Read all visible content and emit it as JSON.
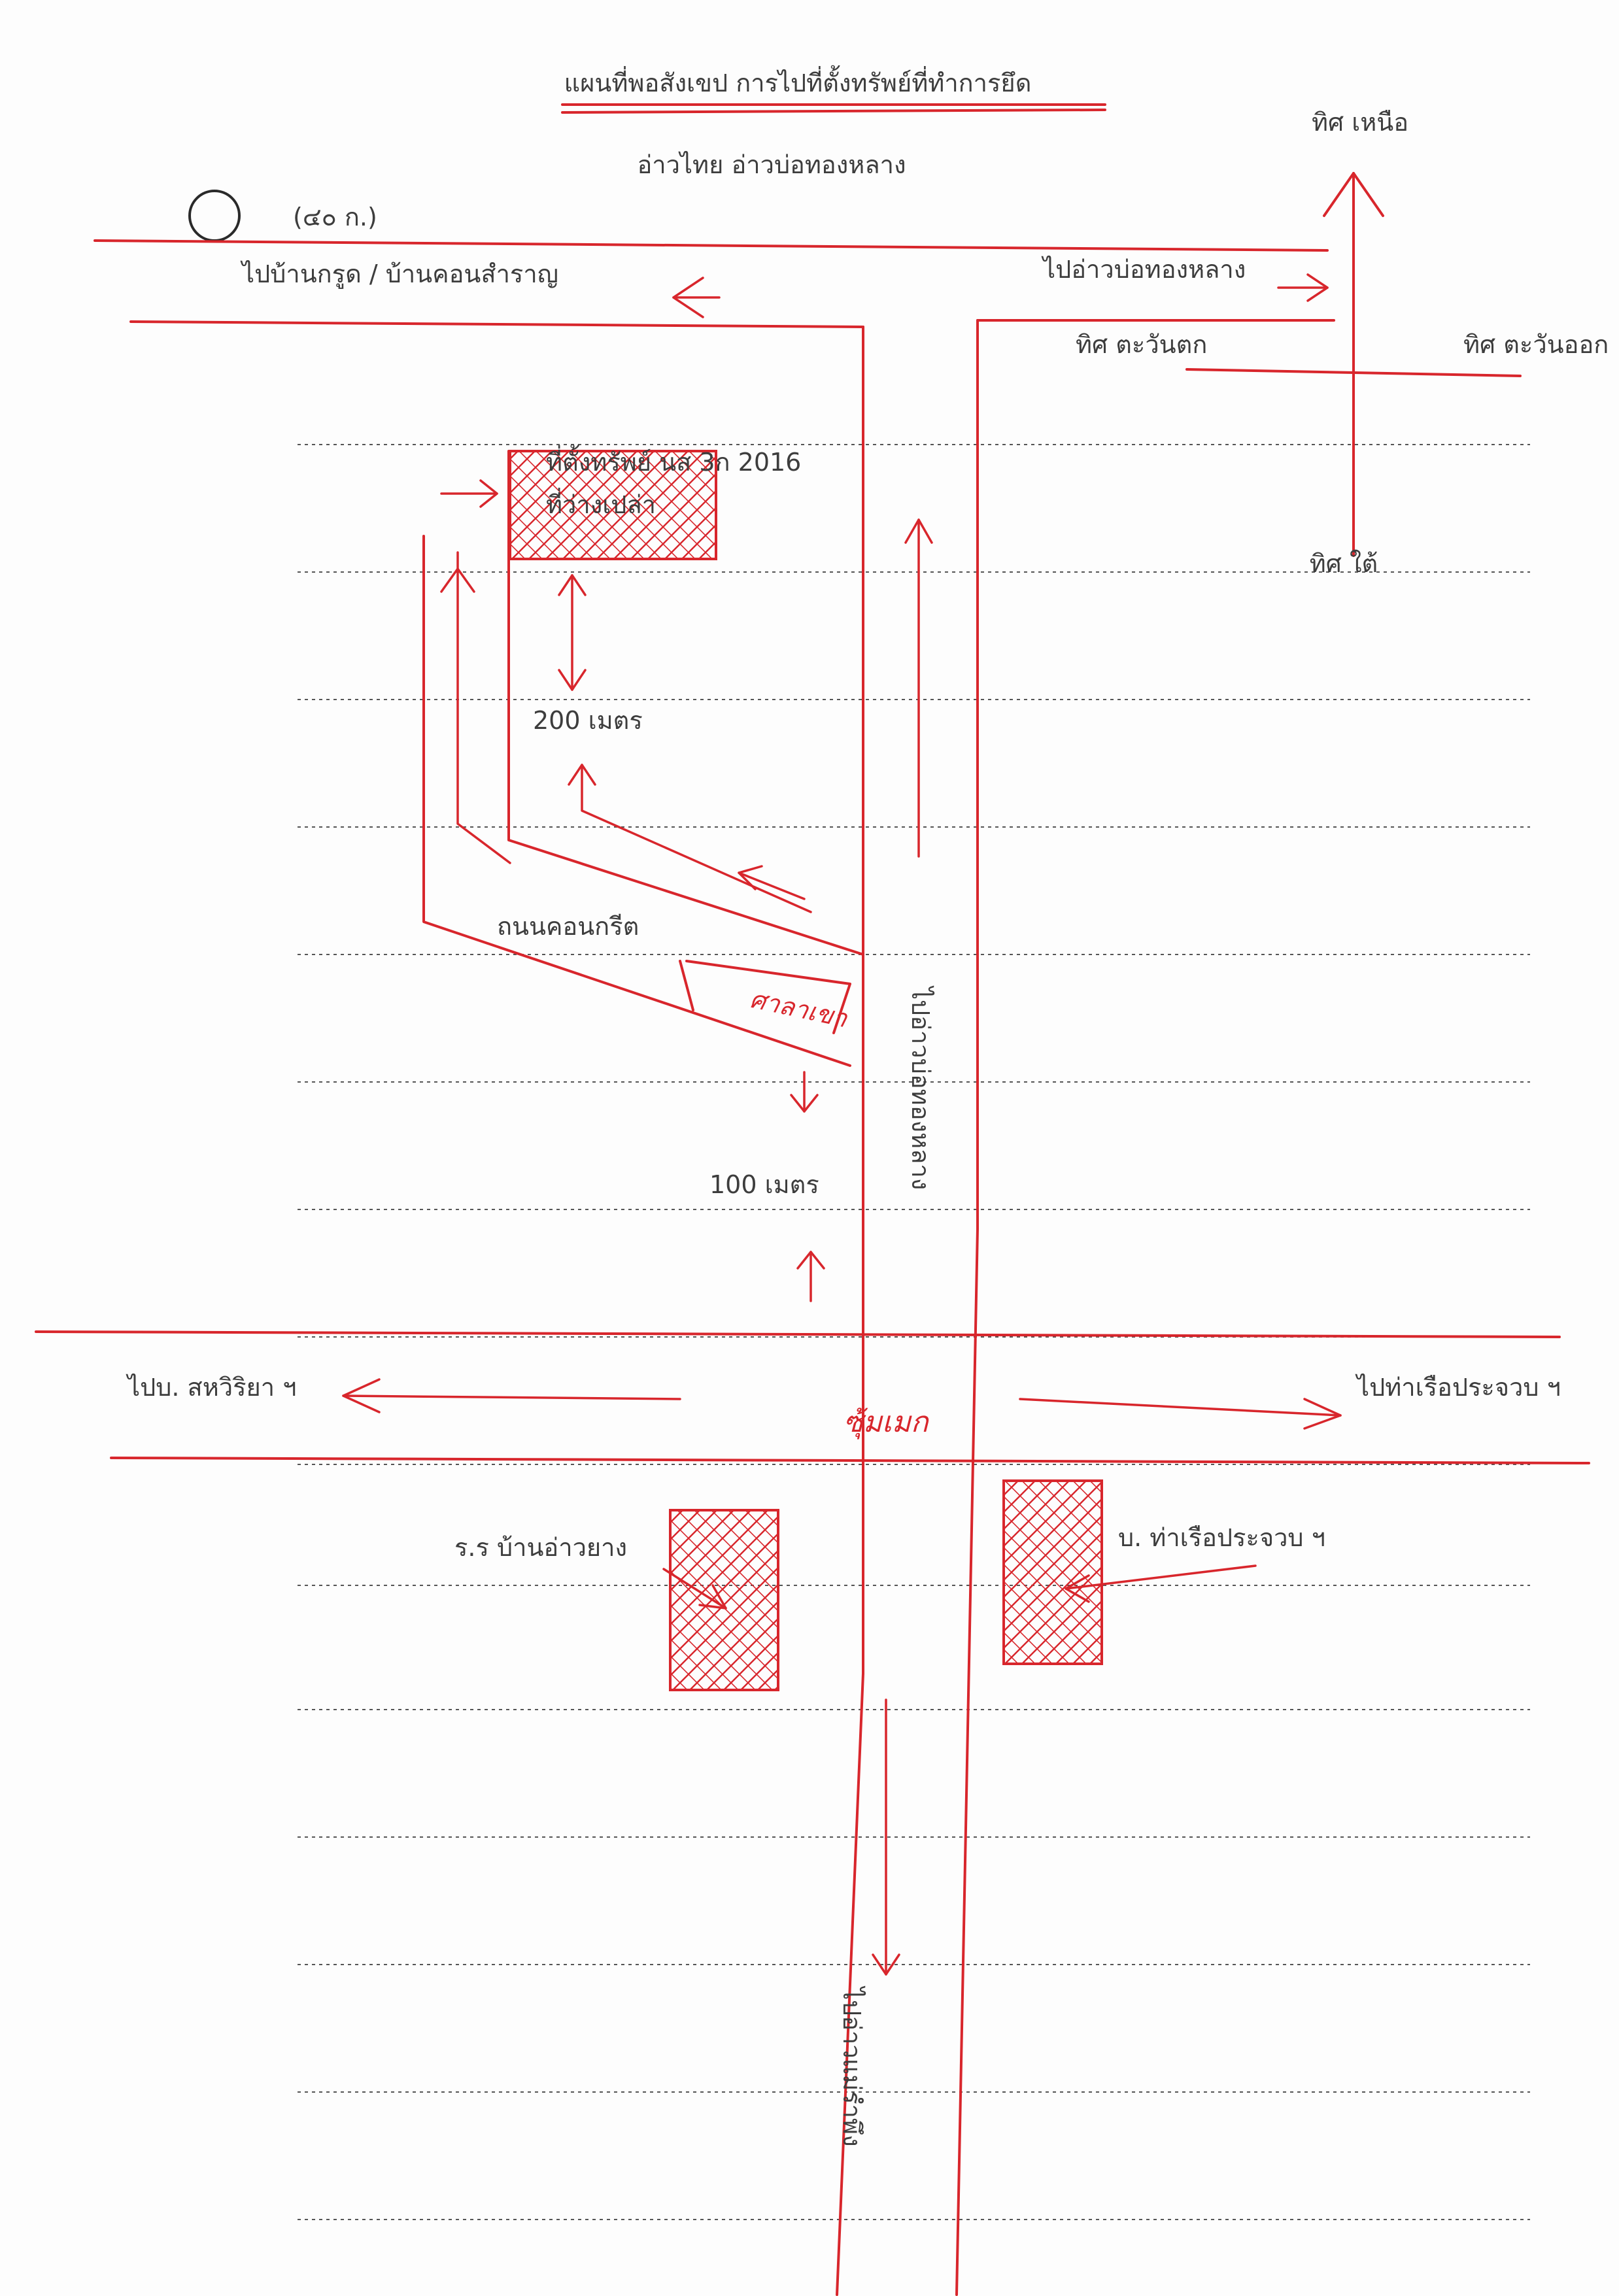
{
  "map": {
    "title": "แผนที่พอสังเขป การไปที่ตั้งทรัพย์ที่ทำการยึด",
    "subtitle": "อ่าวไทย อ่าวบ่อทองหลาง",
    "form_code": "(๔๐ ก.)",
    "compass": {
      "north": "ทิศ เหนือ",
      "south": "ทิศ ใต้",
      "west": "ทิศ ตะวันตก",
      "east": "ทิศ ตะวันออก"
    },
    "labels": {
      "to_ban_krut": "ไปบ้านกรูด / บ้านคอนสำราญ",
      "to_ao_bo_thong_lang_top": "ไปอ่าวบ่อทองหลาง",
      "property_line1": "ที่ตั้งทรัพย์ นส 3ก 2016",
      "property_line2": "ที่ว่างเปล่า",
      "distance_200": "200 เมตร",
      "concrete_road": "ถนนคอนกรีต",
      "sala": "ศาลาเขา",
      "distance_100": "100 เมตร",
      "to_ao_bo_thong_lang_vertical": "ไปอ่าวบ่อทองหลาง",
      "to_school_sahawittaya": "ไปบ. สหวิริยา ฯ",
      "sumek": "ซุ้มเมก",
      "to_port_prachuap": "ไปท่าเรือประจวบ ฯ",
      "school_ao_yang": "ร.ร บ้านอ่าวยาง",
      "company_port": "บ. ท่าเรือประจวบ ฯ",
      "to_ao_mae_ramphueng": "ไปอ่าวแม่รำพึง"
    }
  }
}
